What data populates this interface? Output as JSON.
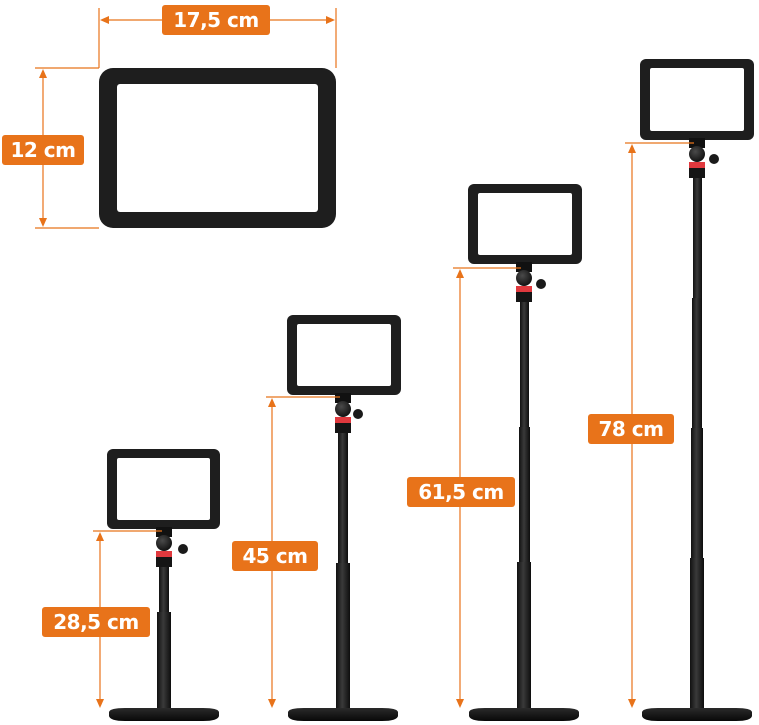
{
  "colors": {
    "accent": "#E8731A",
    "device": "#1e1e1e",
    "screen": "#ffffff",
    "joint": "#e0393e"
  },
  "panel": {
    "width_label": "17,5 cm",
    "height_label": "12 cm"
  },
  "stands": [
    {
      "height_label": "28,5 cm"
    },
    {
      "height_label": "45 cm"
    },
    {
      "height_label": "61,5 cm"
    },
    {
      "height_label": "78 cm"
    }
  ]
}
